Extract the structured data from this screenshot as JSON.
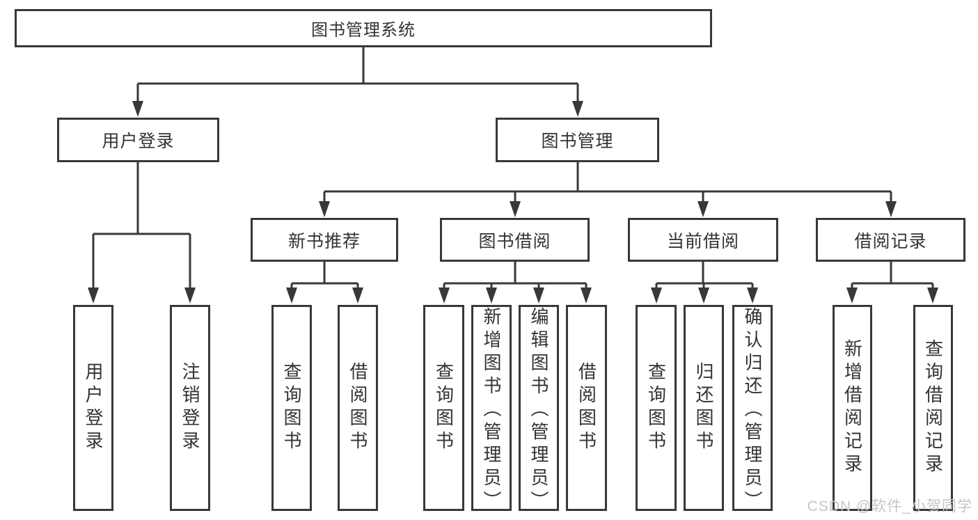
{
  "colors": {
    "line": "#383838",
    "text": "#333333",
    "background": "#ffffff",
    "watermark": "#c6c6c6"
  },
  "diagram": {
    "root": {
      "label": "图书管理系统"
    },
    "level2": [
      {
        "label": "用户登录"
      },
      {
        "label": "图书管理"
      }
    ],
    "level3": [
      {
        "label": "新书推荐"
      },
      {
        "label": "图书借阅"
      },
      {
        "label": "当前借阅"
      },
      {
        "label": "借阅记录"
      }
    ],
    "leaves": [
      {
        "label": "用户登录"
      },
      {
        "label": "注销登录"
      },
      {
        "label": "查询图书"
      },
      {
        "label": "借阅图书"
      },
      {
        "label": "查询图书"
      },
      {
        "label": "新增图书（管理员）"
      },
      {
        "label": "编辑图书（管理员）"
      },
      {
        "label": "借阅图书"
      },
      {
        "label": "查询图书"
      },
      {
        "label": "归还图书"
      },
      {
        "label": "确认归还（管理员）"
      },
      {
        "label": "新增借阅记录"
      },
      {
        "label": "查询借阅记录"
      }
    ]
  },
  "watermark": {
    "text": "CSDN @软件_小贺同学"
  }
}
